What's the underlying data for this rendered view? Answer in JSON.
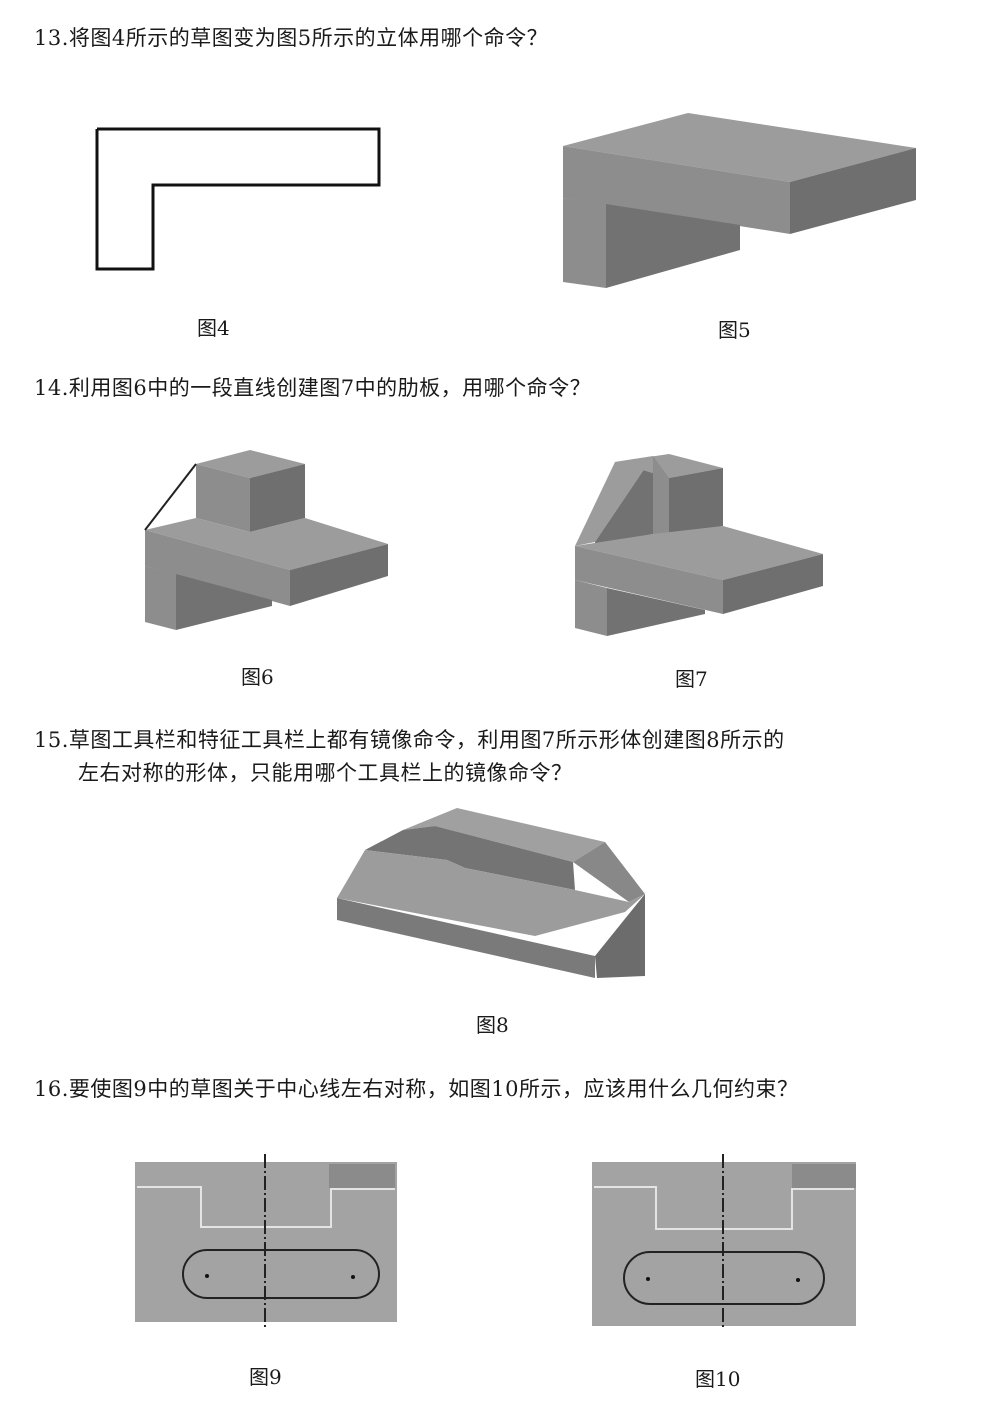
{
  "questions": [
    {
      "number": "13.",
      "text": "将图4所示的草图变为图5所示的立体用哪个命令？",
      "figures": [
        {
          "caption": "图4",
          "type": "L-shaped sketch outline"
        },
        {
          "caption": "图5",
          "type": "3D extruded L-shaped solid"
        }
      ]
    },
    {
      "number": "14.",
      "text": "利用图6中的一段直线创建图7中的肋板，用哪个命令？",
      "figures": [
        {
          "caption": "图6",
          "type": "3D solid with a sketched diagonal line"
        },
        {
          "caption": "图7",
          "type": "3D solid with rib plate"
        }
      ]
    },
    {
      "number": "15.",
      "text_line1": "草图工具栏和特征工具栏上都有镜像命令，利用图7所示形体创建图8所示的",
      "text_line2": "左右对称的形体，只能用哪个工具栏上的镜像命令？",
      "figures": [
        {
          "caption": "图8",
          "type": "symmetric 3D solid"
        }
      ]
    },
    {
      "number": "16.",
      "text": "要使图9中的草图关于中心线左右对称，如图10所示，应该用什么几何约束？",
      "figures": [
        {
          "caption": "图9",
          "type": "asymmetric slot sketch with centerline"
        },
        {
          "caption": "图10",
          "type": "symmetric slot sketch with centerline"
        }
      ]
    }
  ],
  "colors": {
    "face_light": "#9a9a9a",
    "face_mid": "#8a8a8a",
    "face_dark": "#6e6e6e",
    "sketch_bg": "#a0a0a0",
    "sketch_line_light": "#e0e0e0",
    "outline": "#111111"
  }
}
